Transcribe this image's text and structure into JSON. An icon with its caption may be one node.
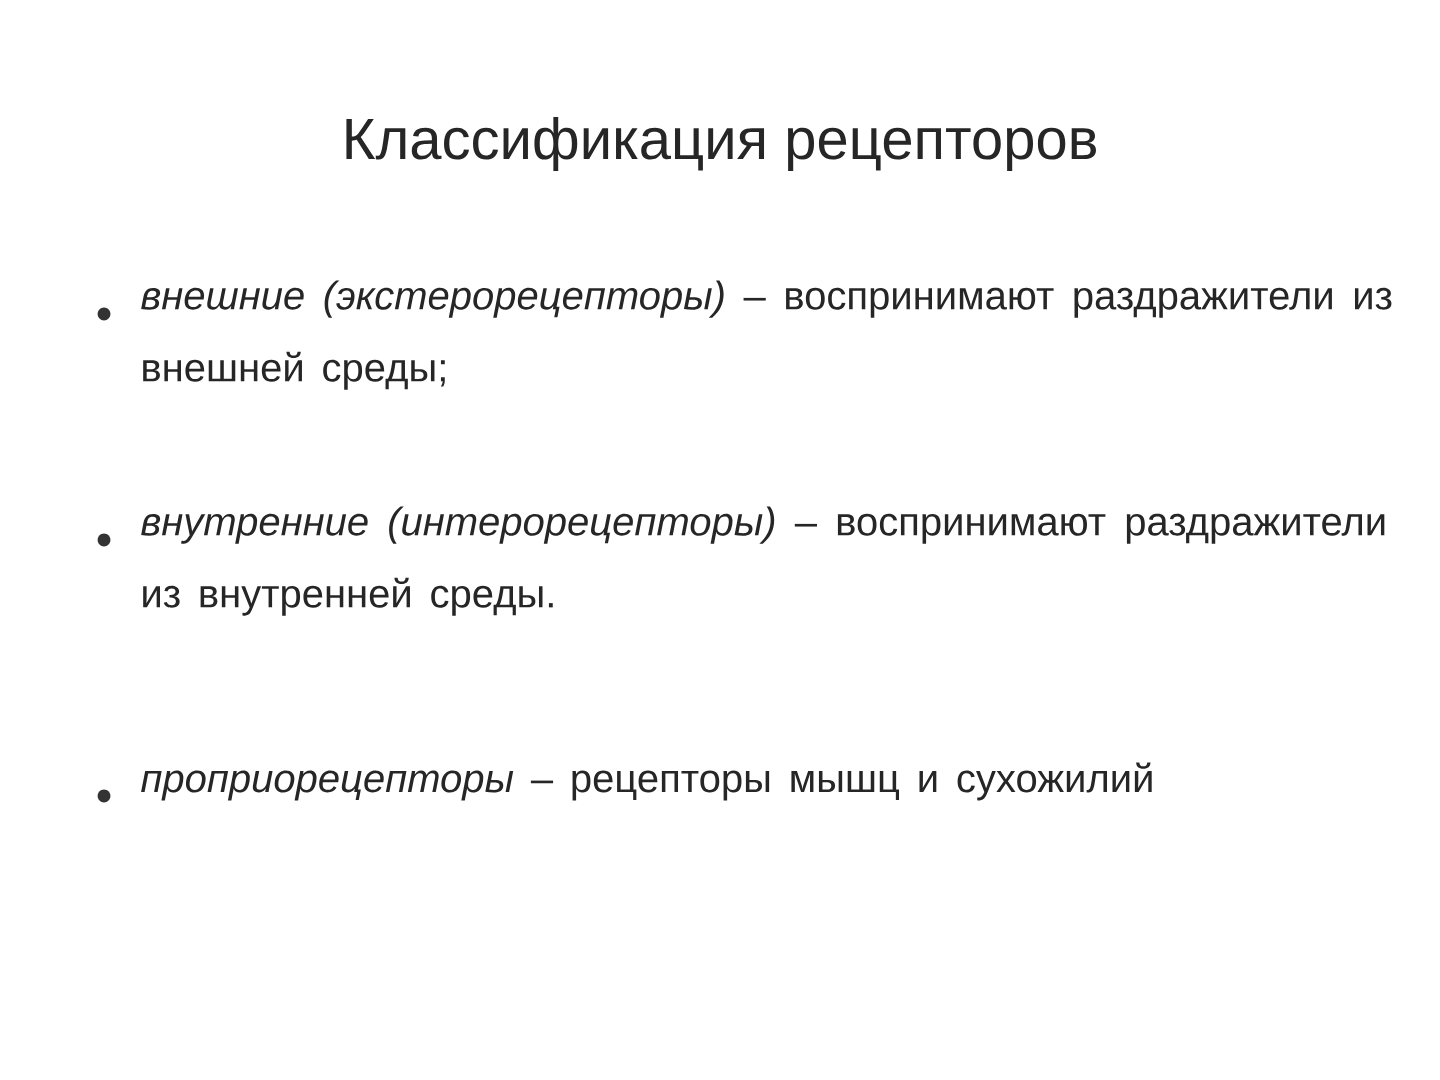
{
  "diagram": {
    "title": "Классификация рецепторов",
    "labels": [
      "*внешние (экстерорецепторы)* – воспринимают раздражители из внешней среды;",
      "*внутренние (интерорецепторы)* – воспринимают раздражители из внутренней среды.",
      "*проприорецепторы* – рецепторы мышц и сухожилий"
    ]
  }
}
